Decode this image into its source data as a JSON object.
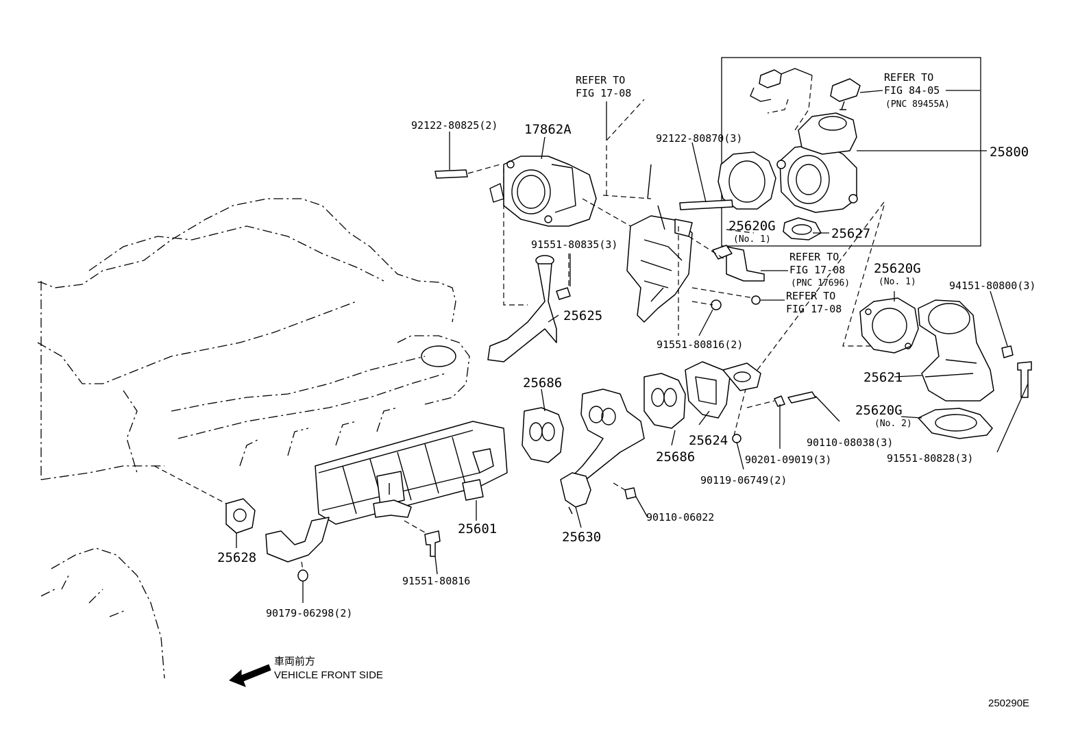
{
  "figure_code": "250290E",
  "direction": {
    "japanese": "車両前方",
    "english": "VEHICLE FRONT SIDE"
  },
  "callouts": {
    "c92122_80825": "92122-80825(2)",
    "c17862A": "17862A",
    "refer1708_a_1": "REFER TO",
    "refer1708_a_2": "FIG 17-08",
    "c92122_80870": "92122-80870(3)",
    "refer8405_1": "REFER TO",
    "refer8405_2": "FIG 84-05",
    "refer8405_3": "(PNC 89455A)",
    "c25800": "25800",
    "c25620G_top": "25620G",
    "c25620G_top_no": "(No. 1)",
    "c25627": "25627",
    "c91551_80835": "91551-80835(3)",
    "refer1708_b_1": "REFER TO",
    "refer1708_b_2": "FIG 17-08",
    "refer1708_b_3": "(PNC 17696)",
    "c25620G_right": "25620G",
    "c25620G_right_no": "(No. 1)",
    "c94151_80800": "94151-80800(3)",
    "c25625": "25625",
    "refer1708_c_1": "REFER TO",
    "refer1708_c_2": "FIG 17-08",
    "c91551_80816_2": "91551-80816(2)",
    "c25686_a": "25686",
    "c25621": "25621",
    "c25620G_no2": "25620G",
    "c25620G_no2_no": "(No. 2)",
    "c90110_08038": "90110-08038(3)",
    "c25624": "25624",
    "c25686_b": "25686",
    "c90201_09019": "90201-09019(3)",
    "c91551_80828": "91551-80828(3)",
    "c90119_06749": "90119-06749(2)",
    "c25601": "25601",
    "c90110_06022": "90110-06022",
    "c25630": "25630",
    "c25628": "25628",
    "c91551_80816": "91551-80816",
    "c90179_06298": "90179-06298(2)"
  }
}
